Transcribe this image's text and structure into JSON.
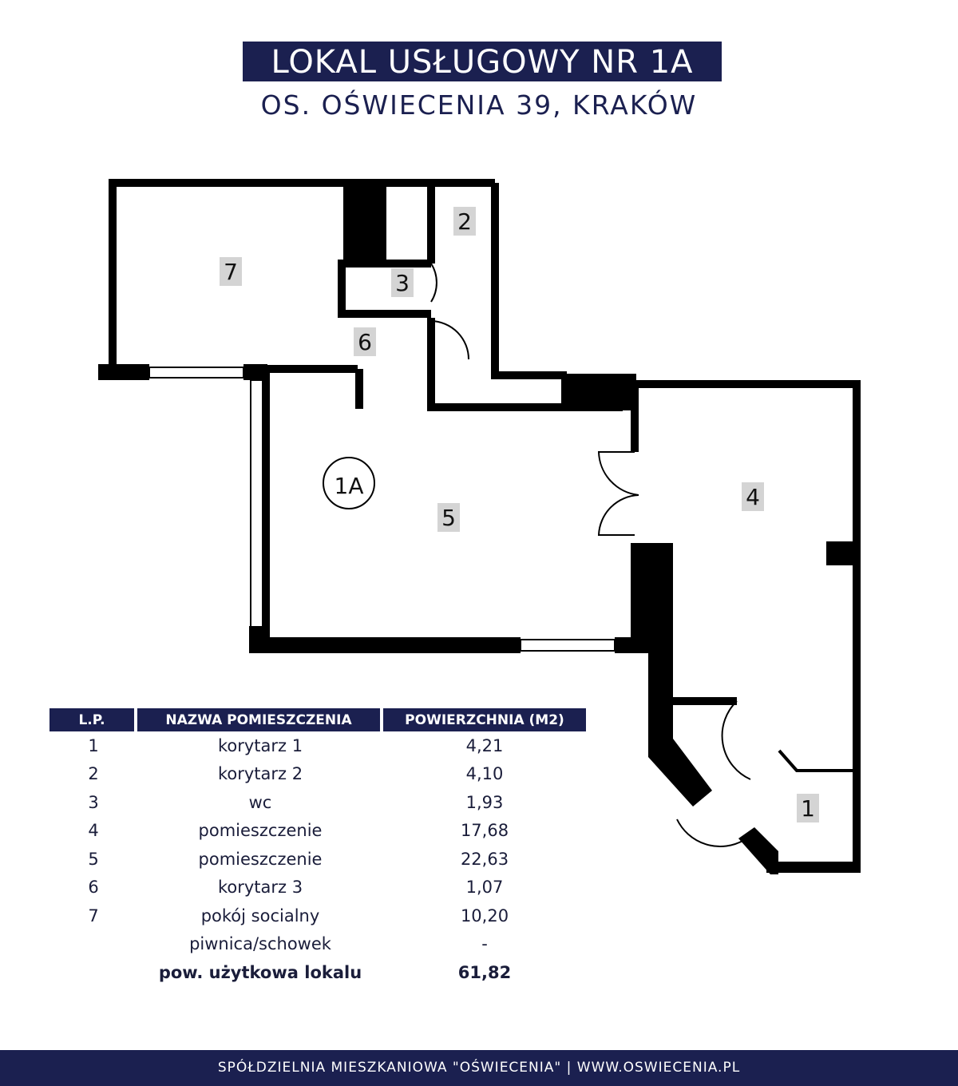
{
  "header": {
    "title": "LOKAL USŁUGOWY NR 1A",
    "address": "OS. OŚWIECENIA 39, KRAKÓW"
  },
  "plan": {
    "unit_label": "1A",
    "room_labels": [
      "1",
      "2",
      "3",
      "4",
      "5",
      "6",
      "7"
    ]
  },
  "table": {
    "headers": [
      "L.P.",
      "NAZWA POMIESZCZENIA",
      "POWIERZCHNIA (M2)"
    ],
    "rows": [
      {
        "lp": "1",
        "name": "korytarz 1",
        "area": "4,21"
      },
      {
        "lp": "2",
        "name": "korytarz 2",
        "area": "4,10"
      },
      {
        "lp": "3",
        "name": "wc",
        "area": "1,93"
      },
      {
        "lp": "4",
        "name": "pomieszczenie",
        "area": "17,68"
      },
      {
        "lp": "5",
        "name": "pomieszczenie",
        "area": "22,63"
      },
      {
        "lp": "6",
        "name": "korytarz 3",
        "area": "1,07"
      },
      {
        "lp": "7",
        "name": "pokój socialny",
        "area": "10,20"
      },
      {
        "lp": "",
        "name": "piwnica/schowek",
        "area": "-"
      }
    ],
    "total": {
      "label": "pow. użytkowa lokalu",
      "value": "61,82"
    }
  },
  "footer": {
    "text": "SPÓŁDZIELNIA MIESZKANIOWA \"OŚWIECENIA\"  |  WWW.OSWIECENIA.PL"
  },
  "colors": {
    "navy": "#1b2050",
    "wall": "#000000",
    "label_bg": "#d4d4d4"
  }
}
